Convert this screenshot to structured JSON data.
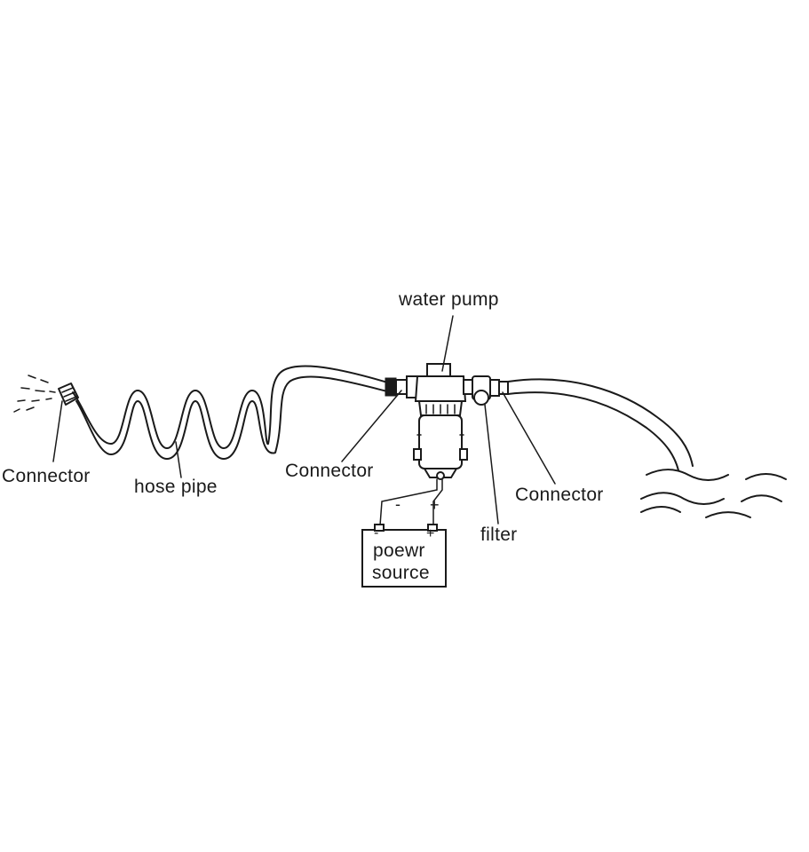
{
  "labels": {
    "water_pump": "water pump",
    "connector_left": "Connector",
    "hose_pipe": "hose pipe",
    "connector_middle": "Connector",
    "connector_right": "Connector",
    "filter": "filter",
    "power_minus_wire": "-",
    "power_plus_wire": "+",
    "power_minus_terminal": "-",
    "power_plus_terminal": "+",
    "power_source_line1": "poewr",
    "power_source_line2": "source"
  },
  "colors": {
    "ink": "#1a1a1a",
    "background": "#ffffff"
  }
}
